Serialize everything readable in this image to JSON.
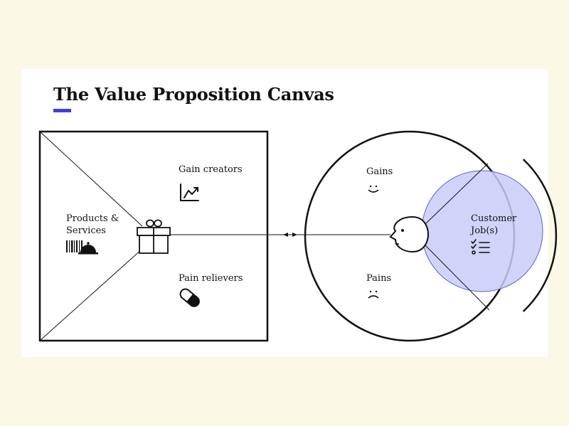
{
  "title": "The Value Proposition Canvas",
  "colors": {
    "accent": "#3b3fe0",
    "job_circle_fill": "#c9cdf7",
    "job_circle_stroke": "#5a60d9",
    "background": "#fbf8e6",
    "card": "#ffffff"
  },
  "value_map": {
    "products_services": {
      "line1": "Products &",
      "line2": "Services",
      "icon": "barcode-and-cloche-icon"
    },
    "gain_creators": {
      "label": "Gain creators",
      "icon": "rising-chart-icon"
    },
    "pain_relievers": {
      "label": "Pain relievers",
      "icon": "pill-icon"
    },
    "center_icon": "gift-icon"
  },
  "customer_profile": {
    "gains": {
      "label": "Gains",
      "icon": "smile-icon"
    },
    "pains": {
      "label": "Pains",
      "icon": "frown-icon"
    },
    "customer_jobs": {
      "line1": "Customer",
      "line2": "Job(s)",
      "icon": "checklist-icon"
    },
    "center_icon": "face-profile-icon"
  }
}
